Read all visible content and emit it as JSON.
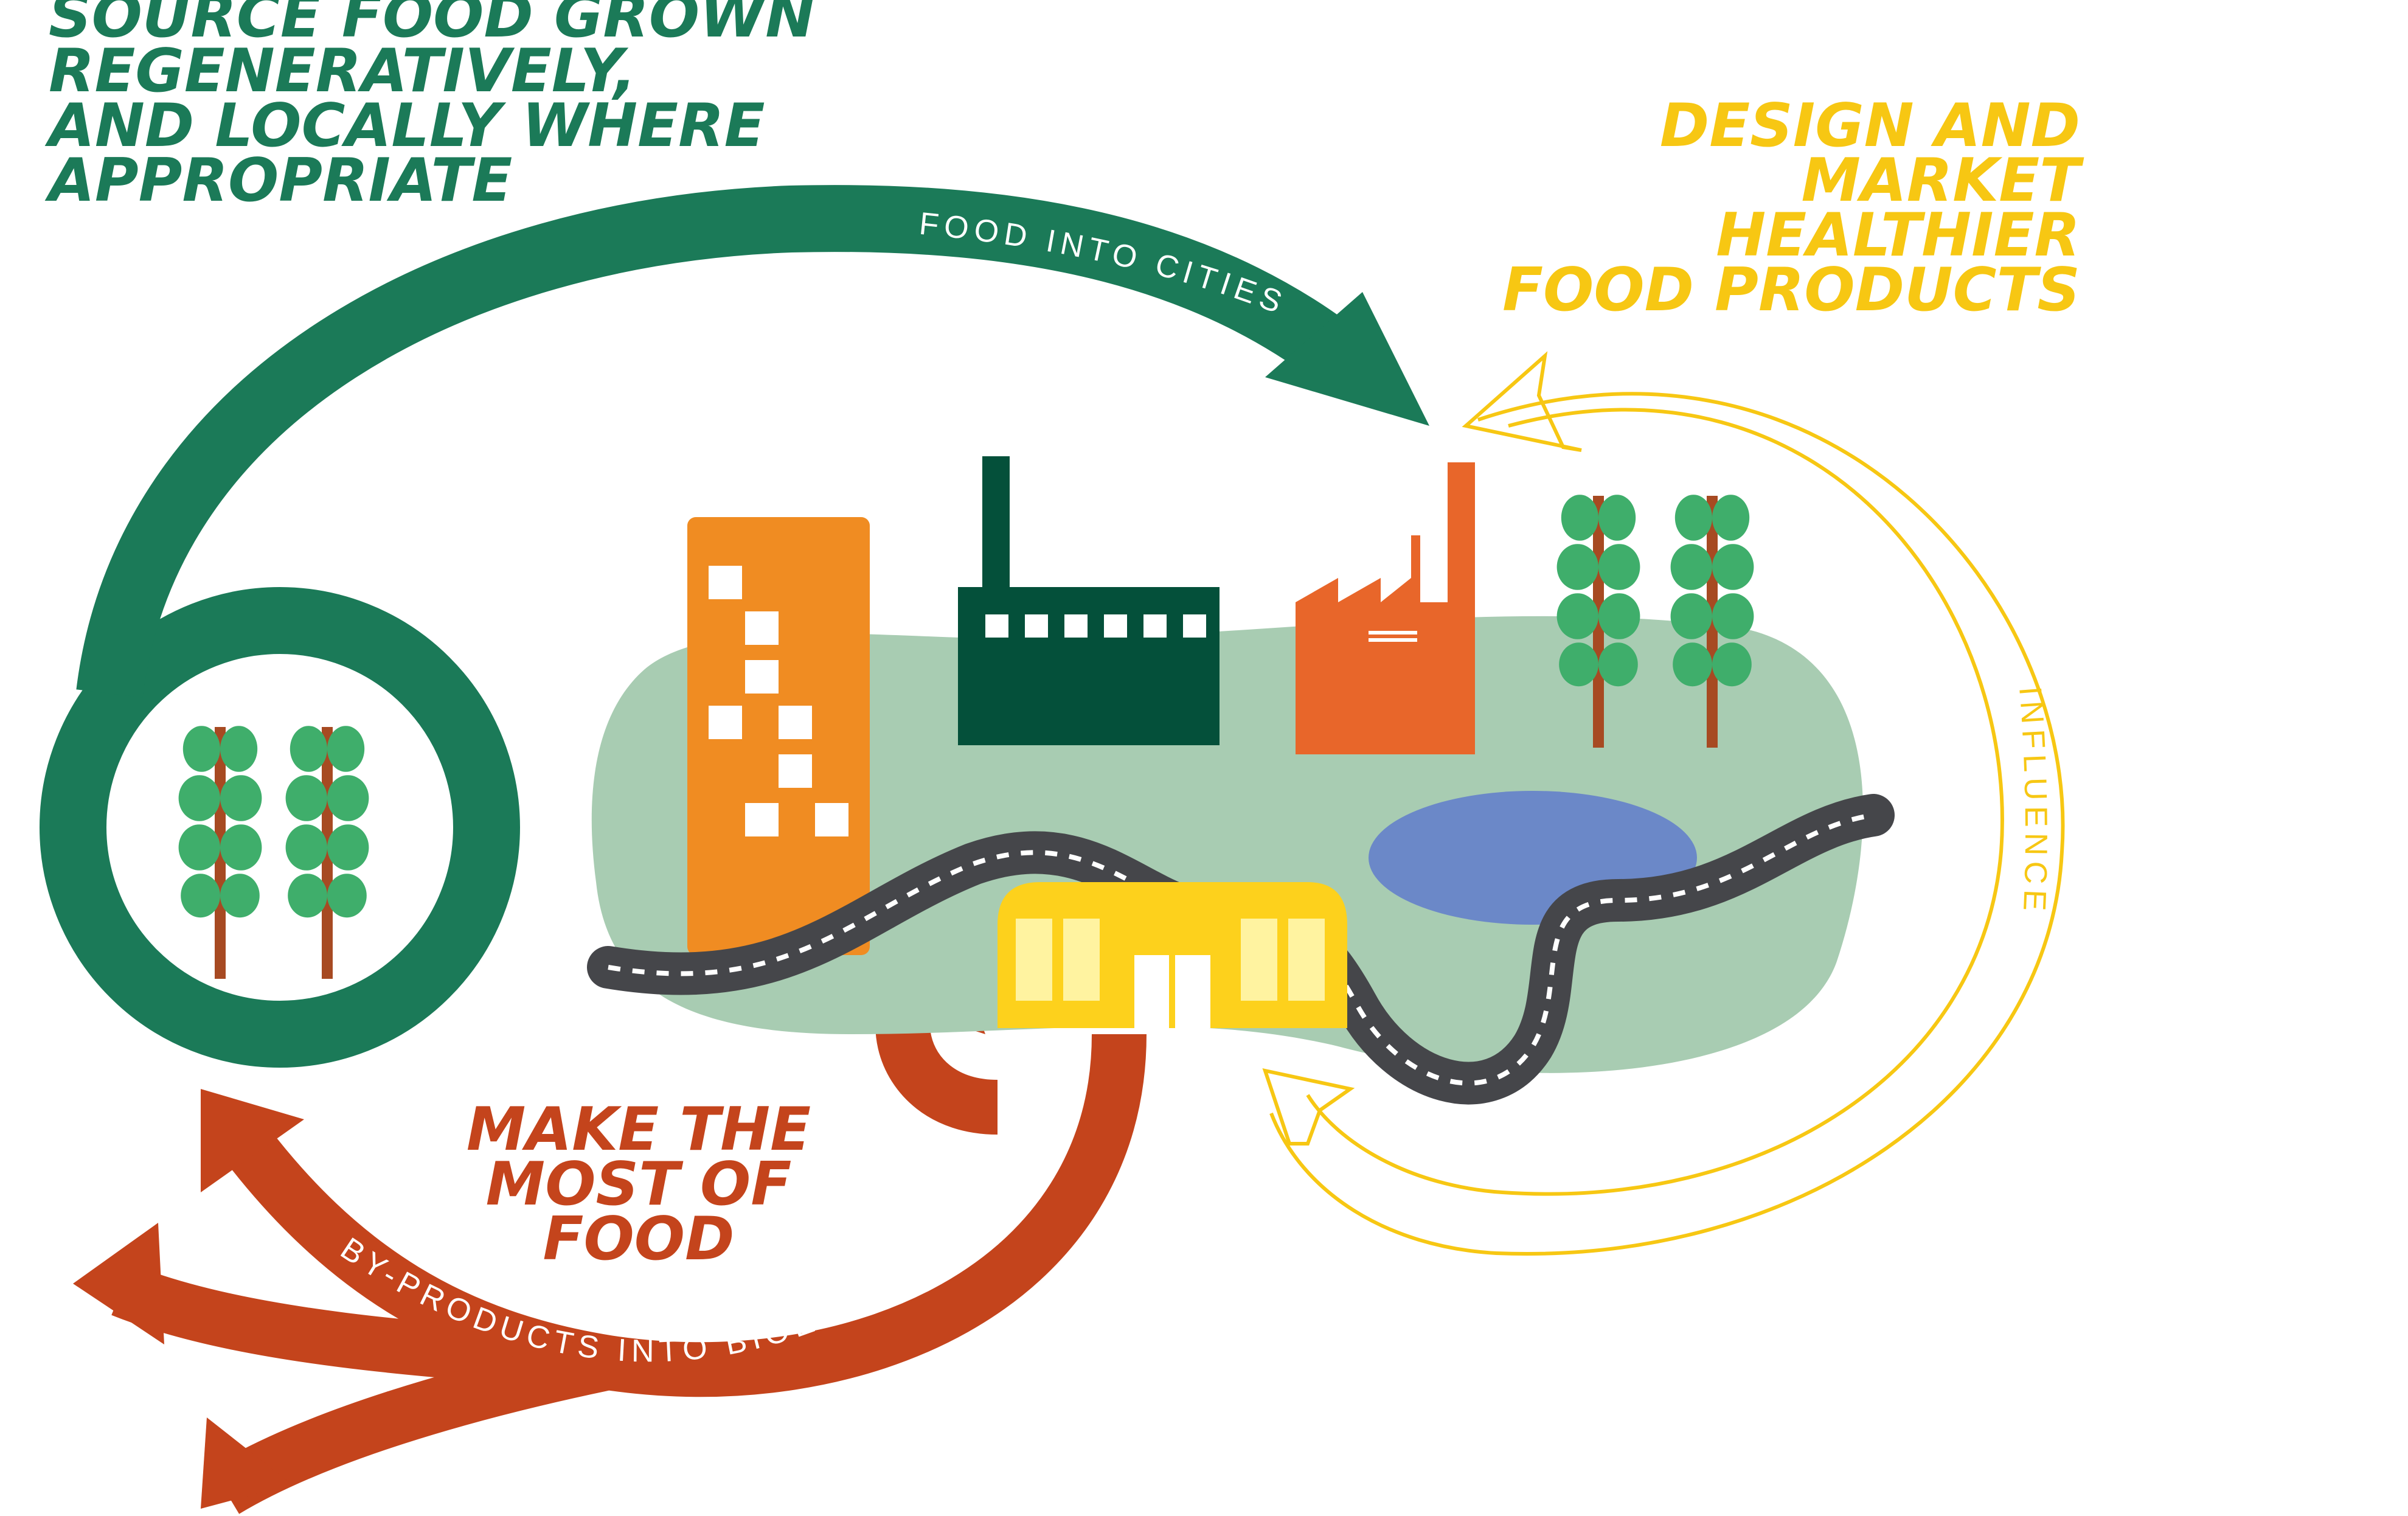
{
  "headings": {
    "source": [
      "SOURCE FOOD GROWN",
      "REGENERATIVELY,",
      "AND LOCALLY WHERE",
      "APPROPRIATE"
    ],
    "design": [
      "DESIGN AND",
      "MARKET",
      "HEALTHIER",
      "FOOD PRODUCTS"
    ],
    "make": [
      "MAKE THE",
      "MOST OF",
      "FOOD"
    ]
  },
  "flows": {
    "food_into_cities": "FOOD INTO CITIES",
    "influence": "INFLUENCE",
    "byproducts": "BY-PRODUCTS INTO BIOECONOMY"
  },
  "colors": {
    "green": "#1b7a58",
    "dark_green": "#04503a",
    "yellow": "#f7c713",
    "red_orange": "#c4441c",
    "orange_building": "#f08c22",
    "factory_orange": "#e8662a",
    "land": "#a8ccb2",
    "lake": "#6b88c8",
    "road": "#45464a",
    "market": "#fdd11c",
    "tree_leaf": "#3fae6b",
    "tree_trunk": "#a74a22"
  },
  "icons": [
    "tree-icon",
    "apartment-building-icon",
    "factory-icon",
    "industrial-plant-icon",
    "market-hall-icon",
    "lake-icon",
    "road-icon"
  ]
}
